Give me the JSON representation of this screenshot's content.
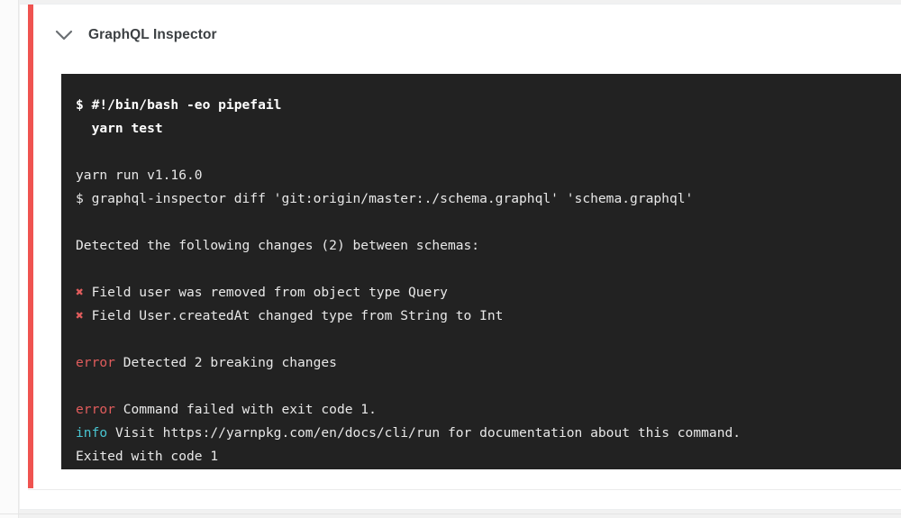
{
  "card": {
    "accent_color": "#ef5350",
    "header": {
      "collapse_icon": "chevron-down-icon",
      "title": "GraphQL Inspector"
    }
  },
  "terminal": {
    "background_color": "#222222",
    "error_color": "#e05c5c",
    "info_color": "#49c5d1",
    "text_color": "#e8e8e8",
    "lines": [
      {
        "type": "bold",
        "text": "$ #!/bin/bash -eo pipefail"
      },
      {
        "type": "bold",
        "text": "  yarn test"
      },
      {
        "type": "blank",
        "text": ""
      },
      {
        "type": "plain",
        "text": "yarn run v1.16.0"
      },
      {
        "type": "plain",
        "text": "$ graphql-inspector diff 'git:origin/master:./schema.graphql' 'schema.graphql'"
      },
      {
        "type": "blank",
        "text": ""
      },
      {
        "type": "plain",
        "text": "Detected the following changes (2) between schemas:"
      },
      {
        "type": "blank",
        "text": ""
      },
      {
        "type": "xmark",
        "mark": "✖",
        "text": " Field user was removed from object type Query"
      },
      {
        "type": "xmark",
        "mark": "✖",
        "text": " Field User.createdAt changed type from String to Int"
      },
      {
        "type": "blank",
        "text": ""
      },
      {
        "type": "tagged",
        "tag": "error",
        "tag_kind": "error",
        "text": " Detected 2 breaking changes"
      },
      {
        "type": "blank",
        "text": ""
      },
      {
        "type": "tagged",
        "tag": "error",
        "tag_kind": "error",
        "text": " Command failed with exit code 1."
      },
      {
        "type": "tagged",
        "tag": "info",
        "tag_kind": "info",
        "text": " Visit https://yarnpkg.com/en/docs/cli/run for documentation about this command."
      },
      {
        "type": "plain",
        "text": "Exited with code 1"
      }
    ]
  }
}
